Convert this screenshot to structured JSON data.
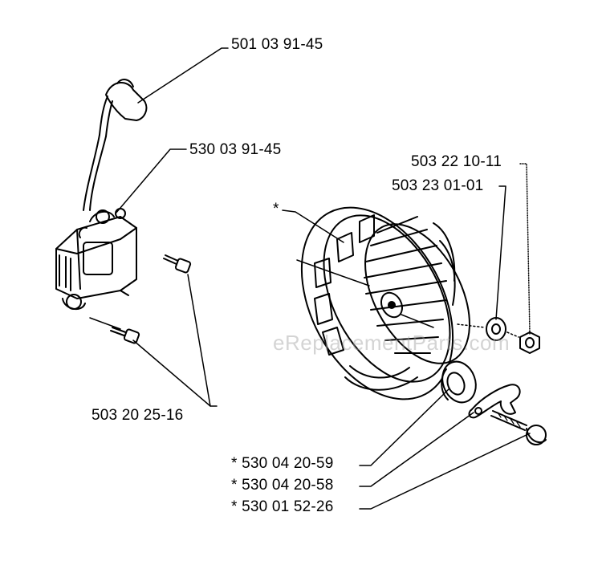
{
  "watermark": "eReplacementParts.com",
  "labels": {
    "spark_plug_cap": "501 03 91-45",
    "ignition_module": "530 03 91-45",
    "washer_right": "503 22 10-11",
    "nut_right": "503 23 01-01",
    "flywheel_marker": "*",
    "screws_left": "503 20 25-16",
    "part_a": "* 530 04 20-59",
    "part_b": "* 530 04 20-58",
    "part_c": "* 530 01 52-26"
  }
}
